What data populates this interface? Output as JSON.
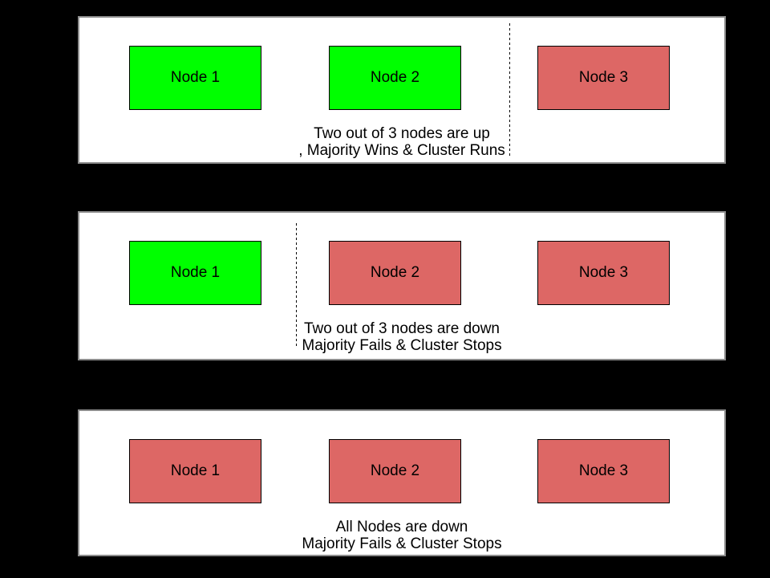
{
  "colors": {
    "node_up": "#00ff00",
    "node_down": "#dd6765",
    "background": "#000000",
    "panel_background": "#ffffff",
    "panel_border": "#8c8c8c",
    "divider": "#000000"
  },
  "panels": [
    {
      "name": "two-nodes-up",
      "nodes": [
        {
          "label": "Node 1",
          "status": "up"
        },
        {
          "label": "Node 2",
          "status": "up"
        },
        {
          "label": "Node 3",
          "status": "down"
        }
      ],
      "divider": "between Node 2 and Node 3",
      "caption_line1": "Two out of 3 nodes are up",
      "caption_line2": ", Majority Wins & Cluster Runs"
    },
    {
      "name": "two-nodes-down",
      "nodes": [
        {
          "label": "Node 1",
          "status": "up"
        },
        {
          "label": "Node 2",
          "status": "down"
        },
        {
          "label": "Node 3",
          "status": "down"
        }
      ],
      "divider": "between Node 1 and Node 2",
      "caption_line1": "Two out of 3 nodes are down",
      "caption_line2": "Majority Fails & Cluster Stops"
    },
    {
      "name": "all-nodes-down",
      "nodes": [
        {
          "label": "Node 1",
          "status": "down"
        },
        {
          "label": "Node 2",
          "status": "down"
        },
        {
          "label": "Node 3",
          "status": "down"
        }
      ],
      "divider": null,
      "caption_line1": "All Nodes are down",
      "caption_line2": "Majority Fails & Cluster Stops"
    }
  ]
}
